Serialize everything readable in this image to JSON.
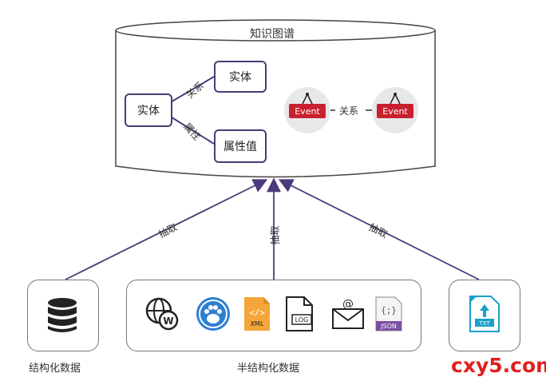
{
  "kg": {
    "title": "知识图谱",
    "entity_left": "实体",
    "entity_right": "实体",
    "attr_value": "属性值",
    "rel_label": "关系",
    "attr_label": "属性",
    "event_left": "Event",
    "event_right": "Event",
    "event_rel": "关系"
  },
  "arrows": {
    "left": "抽取",
    "middle": "抽取",
    "right": "抽取"
  },
  "sources": {
    "structured": "结构化数据",
    "semi_structured": "半结构化数据",
    "semi_icons": [
      "web-icon",
      "baidu-paw-icon",
      "xml-file-icon",
      "log-file-icon",
      "email-icon",
      "json-file-icon"
    ],
    "xml_tag": "XML",
    "log_tag": "LOG",
    "json_tag": "JSON",
    "json_glyph": "{;}",
    "txt_tag": "TXT"
  },
  "watermark": "cxy5.com",
  "colors": {
    "purple": "#4b3a7a",
    "event_red": "#c8202f",
    "txt_blue": "#1aa1c9",
    "watermark_red": "#e0201e"
  }
}
